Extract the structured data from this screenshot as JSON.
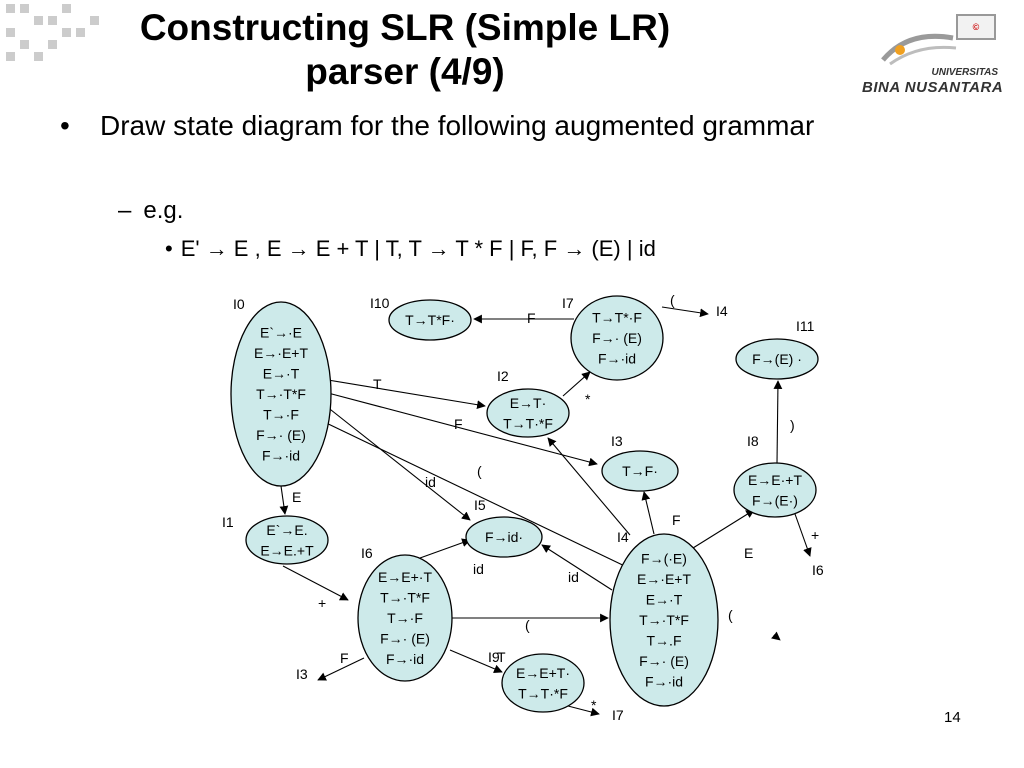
{
  "slide": {
    "title": "Constructing SLR (Simple LR) parser (4/9)",
    "bullet1": "Draw state diagram for the following augmented grammar",
    "bullet2": "e.g.",
    "bullet3": "E' → E , E → E + T | T, T → T * F | F, F → (E) | id",
    "page_number": "14",
    "bullet_marks": {
      "level1": "•",
      "level2": "–",
      "level3": "•"
    }
  },
  "logo": {
    "box_text": "©",
    "university": "UNIVERSITAS",
    "name": "BINA NUSANTARA",
    "colors": {
      "swoosh": "#9a9a9a",
      "dot": "#f0a020",
      "text": "#333333"
    }
  },
  "colors": {
    "state_fill": "#cdeaea",
    "stroke": "#000000"
  },
  "diagram": {
    "states": [
      {
        "id": "I0",
        "label": "I0",
        "items": [
          "E`→·E",
          "E→·E+T",
          "E→·T",
          "T→·T*F",
          "T→·F",
          "F→· (E)",
          "F→·id"
        ]
      },
      {
        "id": "I1",
        "label": "I1",
        "items": [
          "E`→E.",
          "E→E.+T"
        ]
      },
      {
        "id": "I2",
        "label": "I2",
        "items": [
          "E→T·",
          "T→T·*F"
        ]
      },
      {
        "id": "I3",
        "label": "I3",
        "items": [
          "T→F·"
        ]
      },
      {
        "id": "I4",
        "label": "I4",
        "items": [
          "F→(·E)",
          "E→·E+T",
          "E→·T",
          "T→·T*F",
          "T→.F",
          "F→· (E)",
          "F→·id"
        ]
      },
      {
        "id": "I5",
        "label": "I5",
        "items": [
          "F→id·"
        ]
      },
      {
        "id": "I6",
        "label": "I6",
        "items": [
          "E→E+·T",
          "T→·T*F",
          "T→·F",
          "F→· (E)",
          "F→·id"
        ]
      },
      {
        "id": "I7",
        "label": "I7",
        "items": [
          "T→T*·F",
          "F→· (E)",
          "F→·id"
        ]
      },
      {
        "id": "I8",
        "label": "I8",
        "items": [
          "E→E·+T",
          "F→(E·)"
        ]
      },
      {
        "id": "I9",
        "label": "I9",
        "items": [
          "E→E+T·",
          "T→T·*F"
        ]
      },
      {
        "id": "I10",
        "label": "I10",
        "items": [
          "T→T*F·"
        ]
      },
      {
        "id": "I11",
        "label": "I11",
        "items": [
          "F→(E) ·"
        ]
      }
    ],
    "transitions": [
      {
        "from": "I0",
        "to": "I1",
        "symbol": "E"
      },
      {
        "from": "I0",
        "to": "I2",
        "symbol": "T"
      },
      {
        "from": "I0",
        "to": "I3",
        "symbol": "F"
      },
      {
        "from": "I0",
        "to": "I5",
        "symbol": "id"
      },
      {
        "from": "I0",
        "to": "I4",
        "symbol": "("
      },
      {
        "from": "I1",
        "to": "I6",
        "symbol": "+"
      },
      {
        "from": "I2",
        "to": "I7",
        "symbol": "*"
      },
      {
        "from": "I7",
        "to": "I10",
        "symbol": "F"
      },
      {
        "from": "I7",
        "to": "I4",
        "symbol": "("
      },
      {
        "from": "I6",
        "to": "I5",
        "symbol": "id"
      },
      {
        "from": "I6",
        "to": "I4",
        "symbol": "("
      },
      {
        "from": "I6",
        "to": "I9",
        "symbol": "T"
      },
      {
        "from": "I6",
        "to": "I3",
        "symbol": "F"
      },
      {
        "from": "I4",
        "to": "I5",
        "symbol": "id"
      },
      {
        "from": "I4",
        "to": "I2",
        "symbol": "T"
      },
      {
        "from": "I4",
        "to": "I3",
        "symbol": "F"
      },
      {
        "from": "I4",
        "to": "I8",
        "symbol": "E"
      },
      {
        "from": "I4",
        "to": "I4",
        "symbol": "("
      },
      {
        "from": "I8",
        "to": "I11",
        "symbol": ")"
      },
      {
        "from": "I8",
        "to": "I6",
        "symbol": "+"
      },
      {
        "from": "I9",
        "to": "I7",
        "symbol": "*"
      }
    ],
    "external_targets": [
      "I4",
      "I6",
      "I3",
      "I7"
    ]
  }
}
